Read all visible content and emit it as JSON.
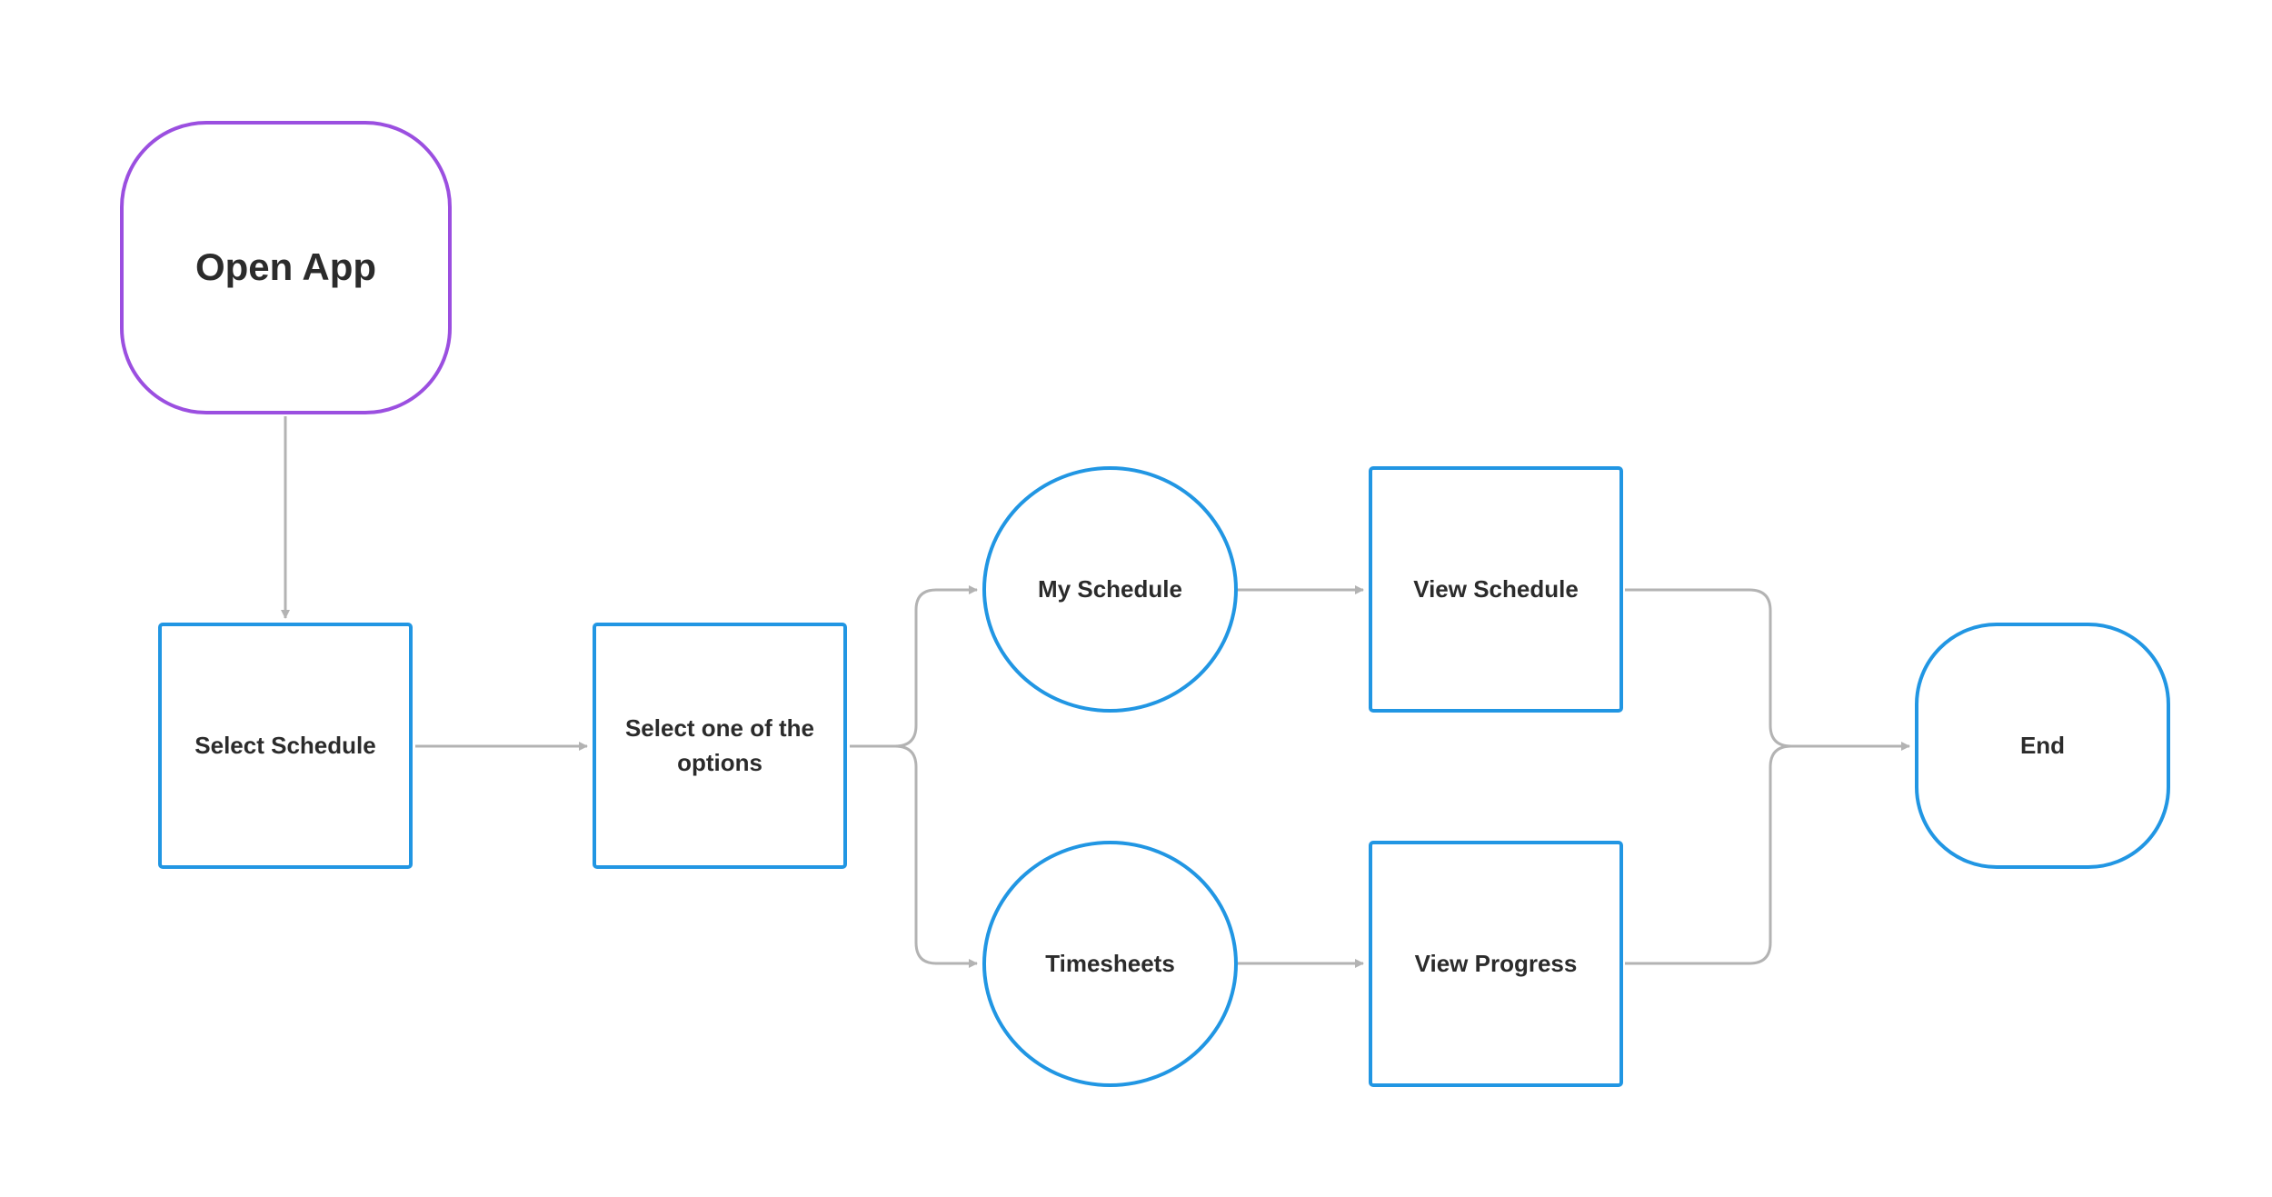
{
  "colors": {
    "start_border": "#9b4fe0",
    "node_border": "#2196e3",
    "connector": "#b3b3b3",
    "text": "#2b2b2b",
    "background": "#ffffff"
  },
  "nodes": {
    "open_app": "Open App",
    "select_schedule": "Select Schedule",
    "select_option": "Select one of the options",
    "my_schedule": "My Schedule",
    "timesheets": "Timesheets",
    "view_schedule": "View Schedule",
    "view_progress": "View Progress",
    "end": "End"
  },
  "edges": [
    {
      "from": "open_app",
      "to": "select_schedule"
    },
    {
      "from": "select_schedule",
      "to": "select_option"
    },
    {
      "from": "select_option",
      "to": "my_schedule"
    },
    {
      "from": "select_option",
      "to": "timesheets"
    },
    {
      "from": "my_schedule",
      "to": "view_schedule"
    },
    {
      "from": "timesheets",
      "to": "view_progress"
    },
    {
      "from": "view_schedule",
      "to": "end"
    },
    {
      "from": "view_progress",
      "to": "end"
    }
  ]
}
